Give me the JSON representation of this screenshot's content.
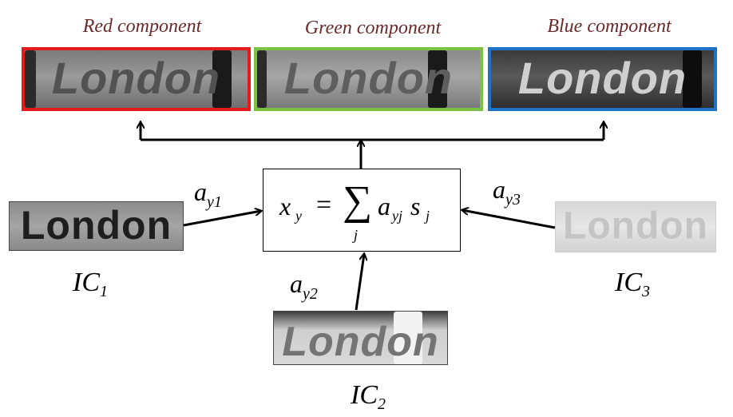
{
  "components": {
    "red": {
      "title": "Red component",
      "word": "London",
      "border": "#e31b1b"
    },
    "green": {
      "title": "Green component",
      "word": "London",
      "border": "#7cc242"
    },
    "blue": {
      "title": "Blue component",
      "word": "London",
      "border": "#1f73c4"
    }
  },
  "sources": {
    "ic1": {
      "label_main": "IC",
      "label_sub": "1",
      "word": "London"
    },
    "ic2": {
      "label_main": "IC",
      "label_sub": "2",
      "word": "London"
    },
    "ic3": {
      "label_main": "IC",
      "label_sub": "3",
      "word": "London"
    }
  },
  "weights": {
    "a1": {
      "main": "a",
      "sub": "y1"
    },
    "a2": {
      "main": "a",
      "sub": "y2"
    },
    "a3": {
      "main": "a",
      "sub": "y3"
    }
  },
  "equation": {
    "lhs_var": "x",
    "lhs_sub": "y",
    "equals": "=",
    "sum": "∑",
    "sum_index": "j",
    "coef": "a",
    "coef_sub": "yj",
    "src": "s",
    "src_sub": "j"
  }
}
